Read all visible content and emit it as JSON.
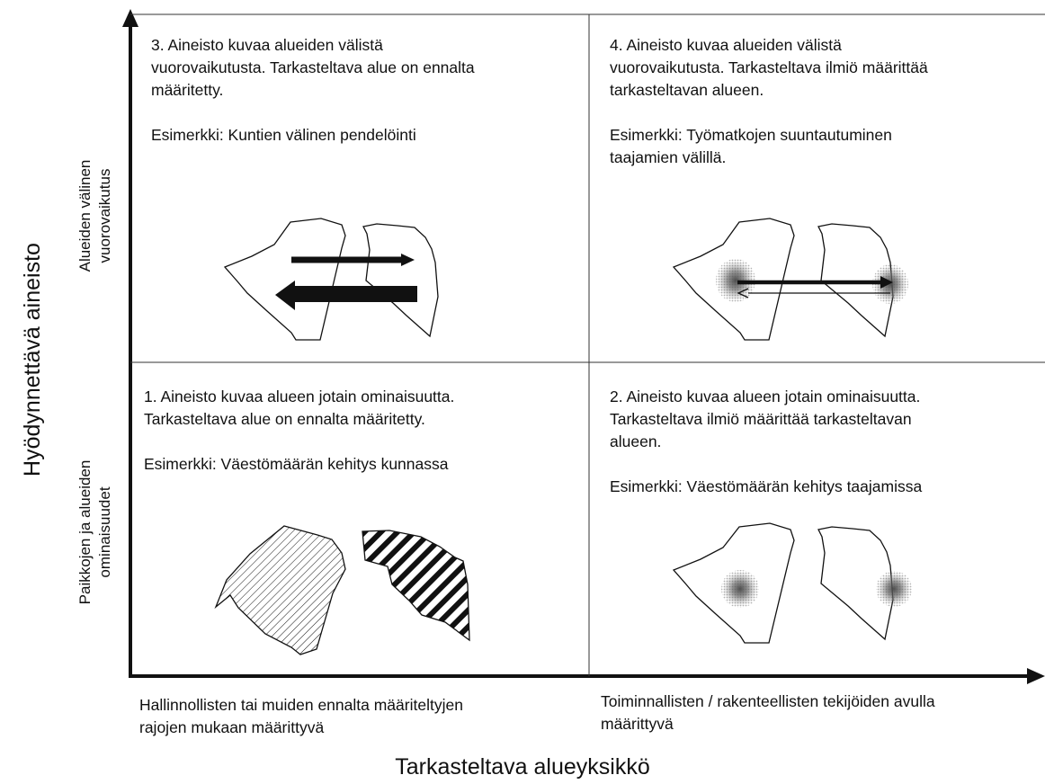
{
  "axes": {
    "y_title": "Hyödynnettävä aineisto",
    "x_title": "Tarkasteltava alueyksikkö",
    "row_labels": {
      "top": [
        "Alueiden välinen",
        "vuorovaikutus"
      ],
      "bottom": [
        "Paikkojen ja alueiden",
        "ominaisuudet"
      ]
    },
    "column_labels": {
      "left": [
        "Hallinnollisten tai muiden ennalta määriteltyjen",
        "rajojen mukaan määrittyvä"
      ],
      "right": [
        "Toiminnallisten / rakenteellisten tekijöiden avulla",
        "määrittyvä"
      ]
    }
  },
  "quadrants": {
    "q3": {
      "lines": [
        "3. Aineisto kuvaa alueiden välistä",
        "vuorovaikutusta.  Tarkasteltava alue on ennalta",
        "määritetty."
      ],
      "example": "Esimerkki: Kuntien  välinen pendelöinti",
      "illustration": "two-regions-with-arrows"
    },
    "q4": {
      "lines": [
        "4. Aineisto kuvaa alueiden välistä",
        "vuorovaikutusta.  Tarkasteltava ilmiö määrittää",
        "tarkasteltavan alueen."
      ],
      "example_lines": [
        "Esimerkki: Työmatkojen  suuntautuminen",
        "taajamien välillä."
      ],
      "illustration": "two-regions-with-dotted-centres-and-arrows"
    },
    "q1": {
      "lines": [
        "1. Aineisto kuvaa alueen jotain ominaisuutta.",
        "Tarkasteltava alue on ennalta määritetty."
      ],
      "example": "Esimerkki: Väestömäärän kehitys kunnassa",
      "illustration": "two-hatched-regions"
    },
    "q2": {
      "lines": [
        "2. Aineisto kuvaa alueen jotain ominaisuutta.",
        "Tarkasteltava ilmiö määrittää tarkasteltavan",
        "alueen."
      ],
      "example": "Esimerkki: Väestömäärän kehitys taajamissa",
      "illustration": "two-regions-with-dotted-centres"
    }
  },
  "colors": {
    "ink": "#111111",
    "stipple": "#777777",
    "background": "#ffffff"
  }
}
